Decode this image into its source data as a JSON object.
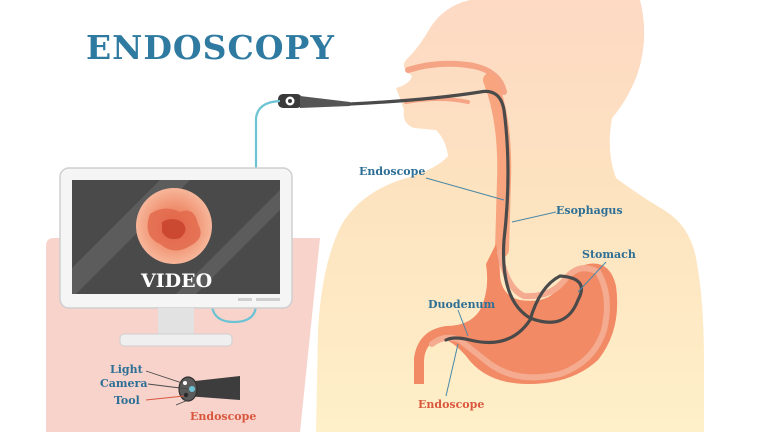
{
  "title": "ENDOSCOPY",
  "monitor": {
    "screen_text": "VIDEO"
  },
  "labels": {
    "endoscope_upper": "Endoscope",
    "esophagus": "Esophagus",
    "stomach": "Stomach",
    "duodenum": "Duodenum",
    "endoscope_lower": "Endoscope"
  },
  "inset": {
    "light": "Light",
    "camera": "Camera",
    "tool": "Tool",
    "endoscope": "Endoscope"
  },
  "colors": {
    "title": "#2f7aa0",
    "label_blue": "#2d6f95",
    "label_red": "#d9573e",
    "body_skin": "#fde3c2",
    "organ": "#f28a66",
    "panel_pink": "#f8d3cc",
    "scope": "#4a4a4a",
    "cable": "#6cc3d3"
  }
}
